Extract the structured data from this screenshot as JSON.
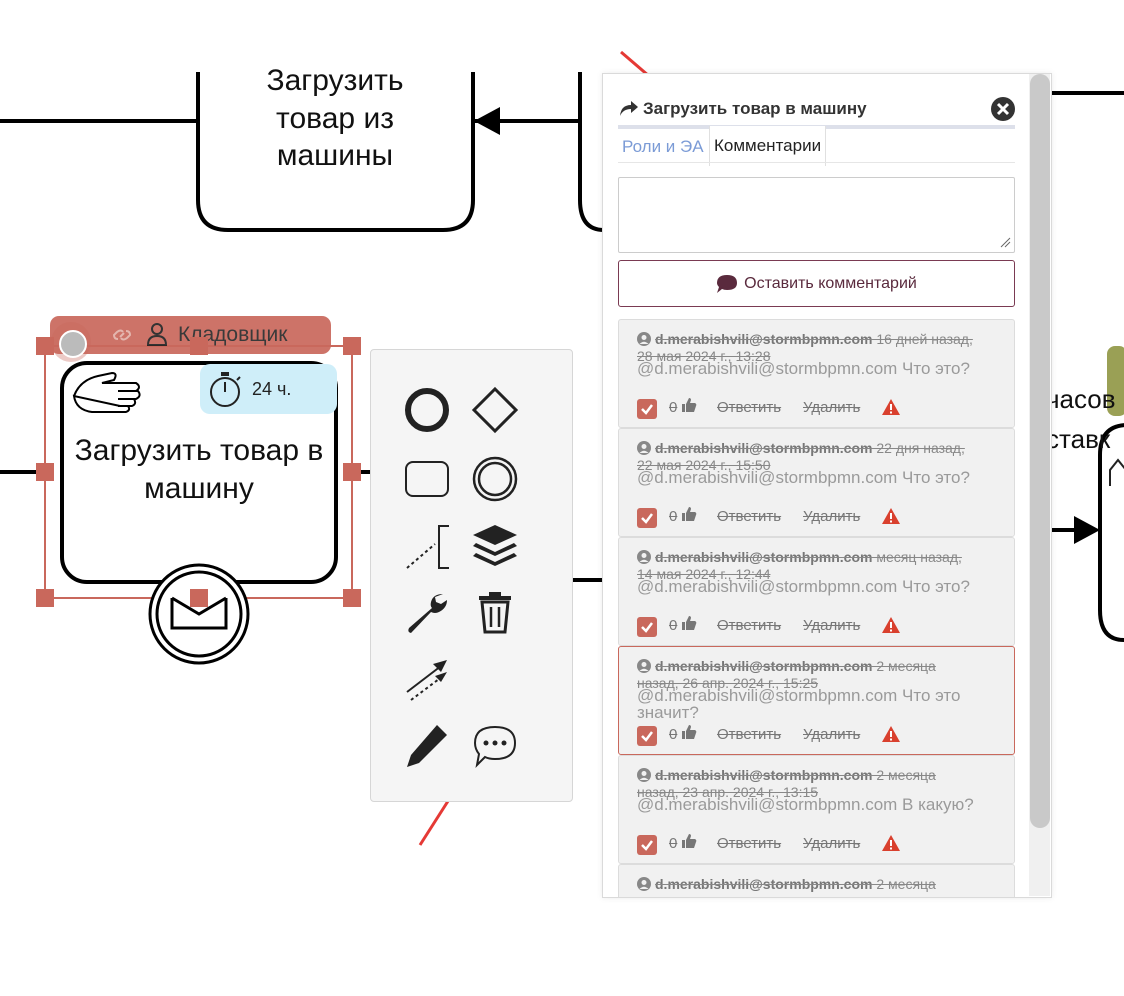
{
  "canvas": {
    "task_left_text": "Загрузить товар из машины",
    "task_selected_text": "Загрузить товар в машину",
    "role_label": "Кладовщик",
    "timer_label": "24 ч.",
    "partial_text_1": "часов",
    "partial_text_2": "ставк",
    "accent_color": "#c9685c"
  },
  "palette": {
    "icons": [
      "start-event-icon",
      "gateway-icon",
      "task-icon",
      "intermediate-event-icon",
      "annotation-icon",
      "layers-icon",
      "wrench-icon",
      "trash-icon",
      "connect-icon",
      "pencil-icon",
      "comment-icon"
    ]
  },
  "panel": {
    "title": "Загрузить товар в машину",
    "tabs": [
      "Роли и ЭА",
      "Комментарии"
    ],
    "active_tab": "Комментарии",
    "submit_label": "Оставить комментарий",
    "comments": [
      {
        "author": "d.merabishvili@stormbpmn.com",
        "meta_suffix": " 16 дней назад, 28 мая 2024 г., 13:28",
        "text": "@d.merabishvili@stormbpmn.com Что это?",
        "likes": "0",
        "reply": "Ответить",
        "delete": "Удалить"
      },
      {
        "author": "d.merabishvili@stormbpmn.com",
        "meta_suffix": " 22 дня назад, 22 мая 2024 г., 15:50",
        "text": "@d.merabishvili@stormbpmn.com Что это?",
        "likes": "0",
        "reply": "Ответить",
        "delete": "Удалить"
      },
      {
        "author": "d.merabishvili@stormbpmn.com",
        "meta_suffix": " месяц назад, 14 мая 2024 г., 12:44",
        "text": "@d.merabishvili@stormbpmn.com Что это?",
        "likes": "0",
        "reply": "Ответить",
        "delete": "Удалить"
      },
      {
        "author": "d.merabishvili@stormbpmn.com",
        "meta_suffix": " 2 месяца назад, 26 апр. 2024 г., 15:25",
        "text": "@d.merabishvili@stormbpmn.com Что это значит?",
        "likes": "0",
        "reply": "Ответить",
        "delete": "Удалить"
      },
      {
        "author": "d.merabishvili@stormbpmn.com",
        "meta_suffix": " 2 месяца назад, 23 апр. 2024 г., 13:15",
        "text": "@d.merabishvili@stormbpmn.com В какую?",
        "likes": "0",
        "reply": "Ответить",
        "delete": "Удалить"
      },
      {
        "author": "d.merabishvili@stormbpmn.com",
        "meta_suffix": " 2 месяца",
        "text": "",
        "likes": "",
        "reply": "",
        "delete": ""
      }
    ]
  }
}
